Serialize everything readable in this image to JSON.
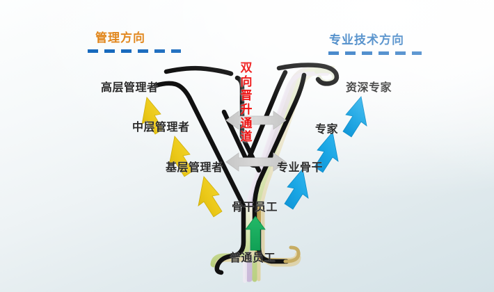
{
  "diagram": {
    "title_left": "管理方向",
    "title_right": "专业技术方向",
    "center_channel": "双向晋升通道",
    "center_channel_chars": [
      "双",
      "向",
      "晋",
      "升",
      "通",
      "道"
    ],
    "colors": {
      "title_left": "#e08214",
      "title_right": "#1467b8",
      "divider": "#1769bd",
      "center_text": "#ee1111",
      "arrow_management": "#e8c41b",
      "arrow_technical": "#1aa3e0",
      "arrow_bidirectional": "#cccccc",
      "arrow_base": "#16a85a",
      "ribbon_outline": "#111111",
      "label_text": "#2b2b2b",
      "background_top": "#fdfefe",
      "background_bottom": "#d4e2e7"
    },
    "management_track": [
      {
        "label": "高层管理者"
      },
      {
        "label": "中层管理者"
      },
      {
        "label": "基层管理者"
      }
    ],
    "technical_track": [
      {
        "label": "资深专家"
      },
      {
        "label": "专家"
      },
      {
        "label": "专业骨干"
      }
    ],
    "common_base": [
      {
        "label": "骨干员工"
      },
      {
        "label": "普通员工"
      }
    ]
  }
}
